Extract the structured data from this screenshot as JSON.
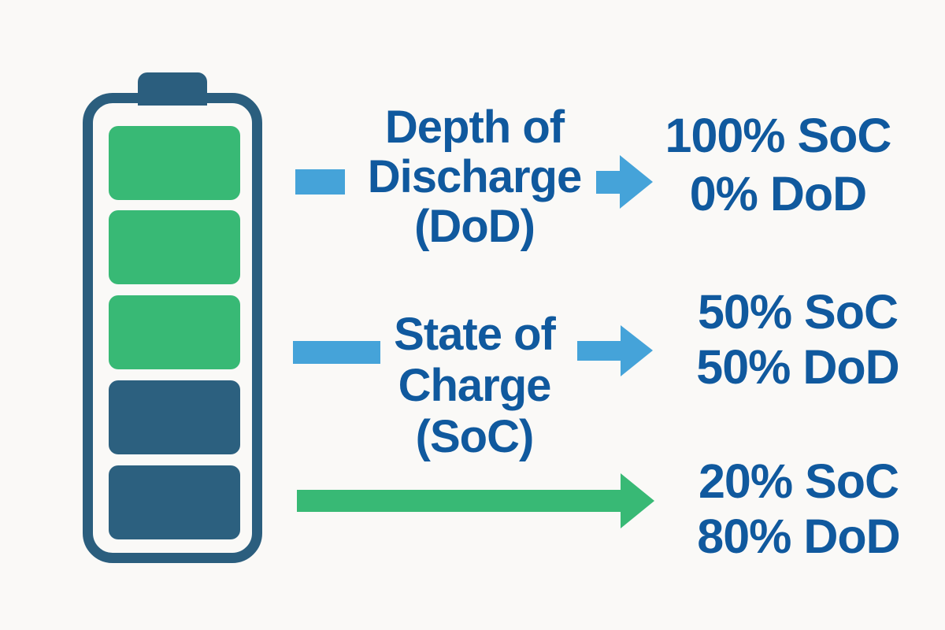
{
  "title": "Battery State of Charge vs Depth of Discharge diagram",
  "colors": {
    "background": "#faf9f7",
    "battery_outline": "#2b5e7e",
    "segment_green": "#38b975",
    "segment_dark": "#2c607f",
    "arrow_blue": "#45a3d9",
    "arrow_green": "#38b975",
    "text_blue": "#10599e"
  },
  "battery": {
    "segments": [
      "green",
      "green",
      "green",
      "dark",
      "dark"
    ],
    "charged_segments": 3,
    "total_segments": 5
  },
  "icons": {
    "dash_short": "blue-dash-icon",
    "dash_long": "blue-dash-icon",
    "arrow_blue": "right-arrow-icon",
    "arrow_green": "green-right-arrow-icon"
  },
  "rows": [
    {
      "label_lines": [
        "Depth of",
        "Discharge",
        "(DoD)"
      ],
      "values": [
        "100% SoC",
        "0% DoD"
      ]
    },
    {
      "label_lines": [
        "State of",
        "Charge",
        "(SoC)"
      ],
      "values": [
        "50% SoC",
        "50% DoD"
      ]
    },
    {
      "label_lines": [],
      "values": [
        "20% SoC",
        "80% DoD"
      ]
    }
  ]
}
